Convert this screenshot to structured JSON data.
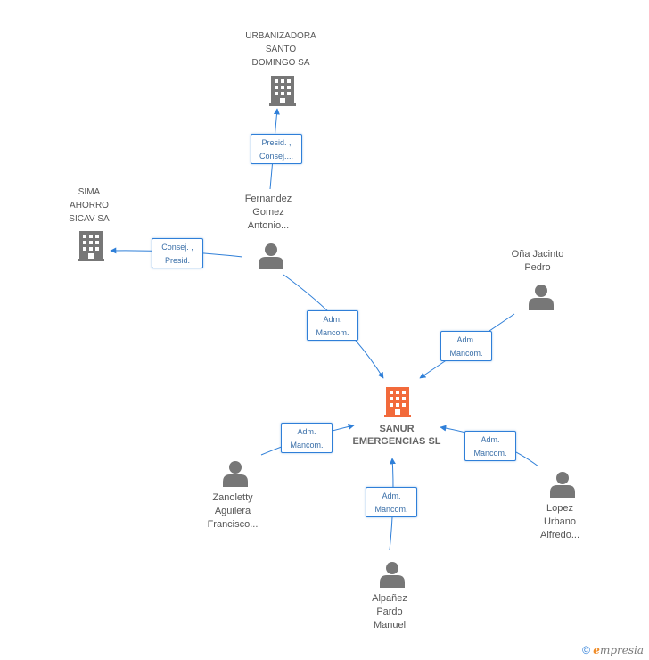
{
  "center": {
    "name": "SANUR\nEMERGENCIAS SL",
    "color": "#f26a3b"
  },
  "companies": [
    {
      "id": "urbanizadora",
      "name": "URBANIZADORA\nSANTO\nDOMINGO SA"
    },
    {
      "id": "sima",
      "name": "SIMA\nAHORRO\nSICAV SA"
    }
  ],
  "persons": [
    {
      "id": "fernandez",
      "name": "Fernandez\nGomez\nAntonio..."
    },
    {
      "id": "ona",
      "name": "Oña Jacinto\nPedro"
    },
    {
      "id": "zanoletty",
      "name": "Zanoletty\nAguilera\nFrancisco..."
    },
    {
      "id": "alpanez",
      "name": "Alpañez\nPardo\nManuel"
    },
    {
      "id": "lopez",
      "name": "Lopez\nUrbano\nAlfredo..."
    }
  ],
  "edges": [
    {
      "id": "fernandez-urbanizadora",
      "line1": "Presid. ,",
      "line2": "Consej...."
    },
    {
      "id": "fernandez-sima",
      "line1": "Consej. ,",
      "line2": "Presid."
    },
    {
      "id": "fernandez-center",
      "line1": "Adm.",
      "line2": "Mancom."
    },
    {
      "id": "ona-center",
      "line1": "Adm.",
      "line2": "Mancom."
    },
    {
      "id": "zanoletty-center",
      "line1": "Adm.",
      "line2": "Mancom."
    },
    {
      "id": "lopez-center",
      "line1": "Adm.",
      "line2": "Mancom."
    },
    {
      "id": "alpanez-center",
      "line1": "Adm.",
      "line2": "Mancom."
    }
  ],
  "colors": {
    "edge": "#2f7fd8",
    "node_icon": "#777777",
    "center_icon": "#f26a3b"
  },
  "footer": {
    "copyright": "©",
    "brand_initial": "e",
    "brand_rest": "mpresia"
  }
}
